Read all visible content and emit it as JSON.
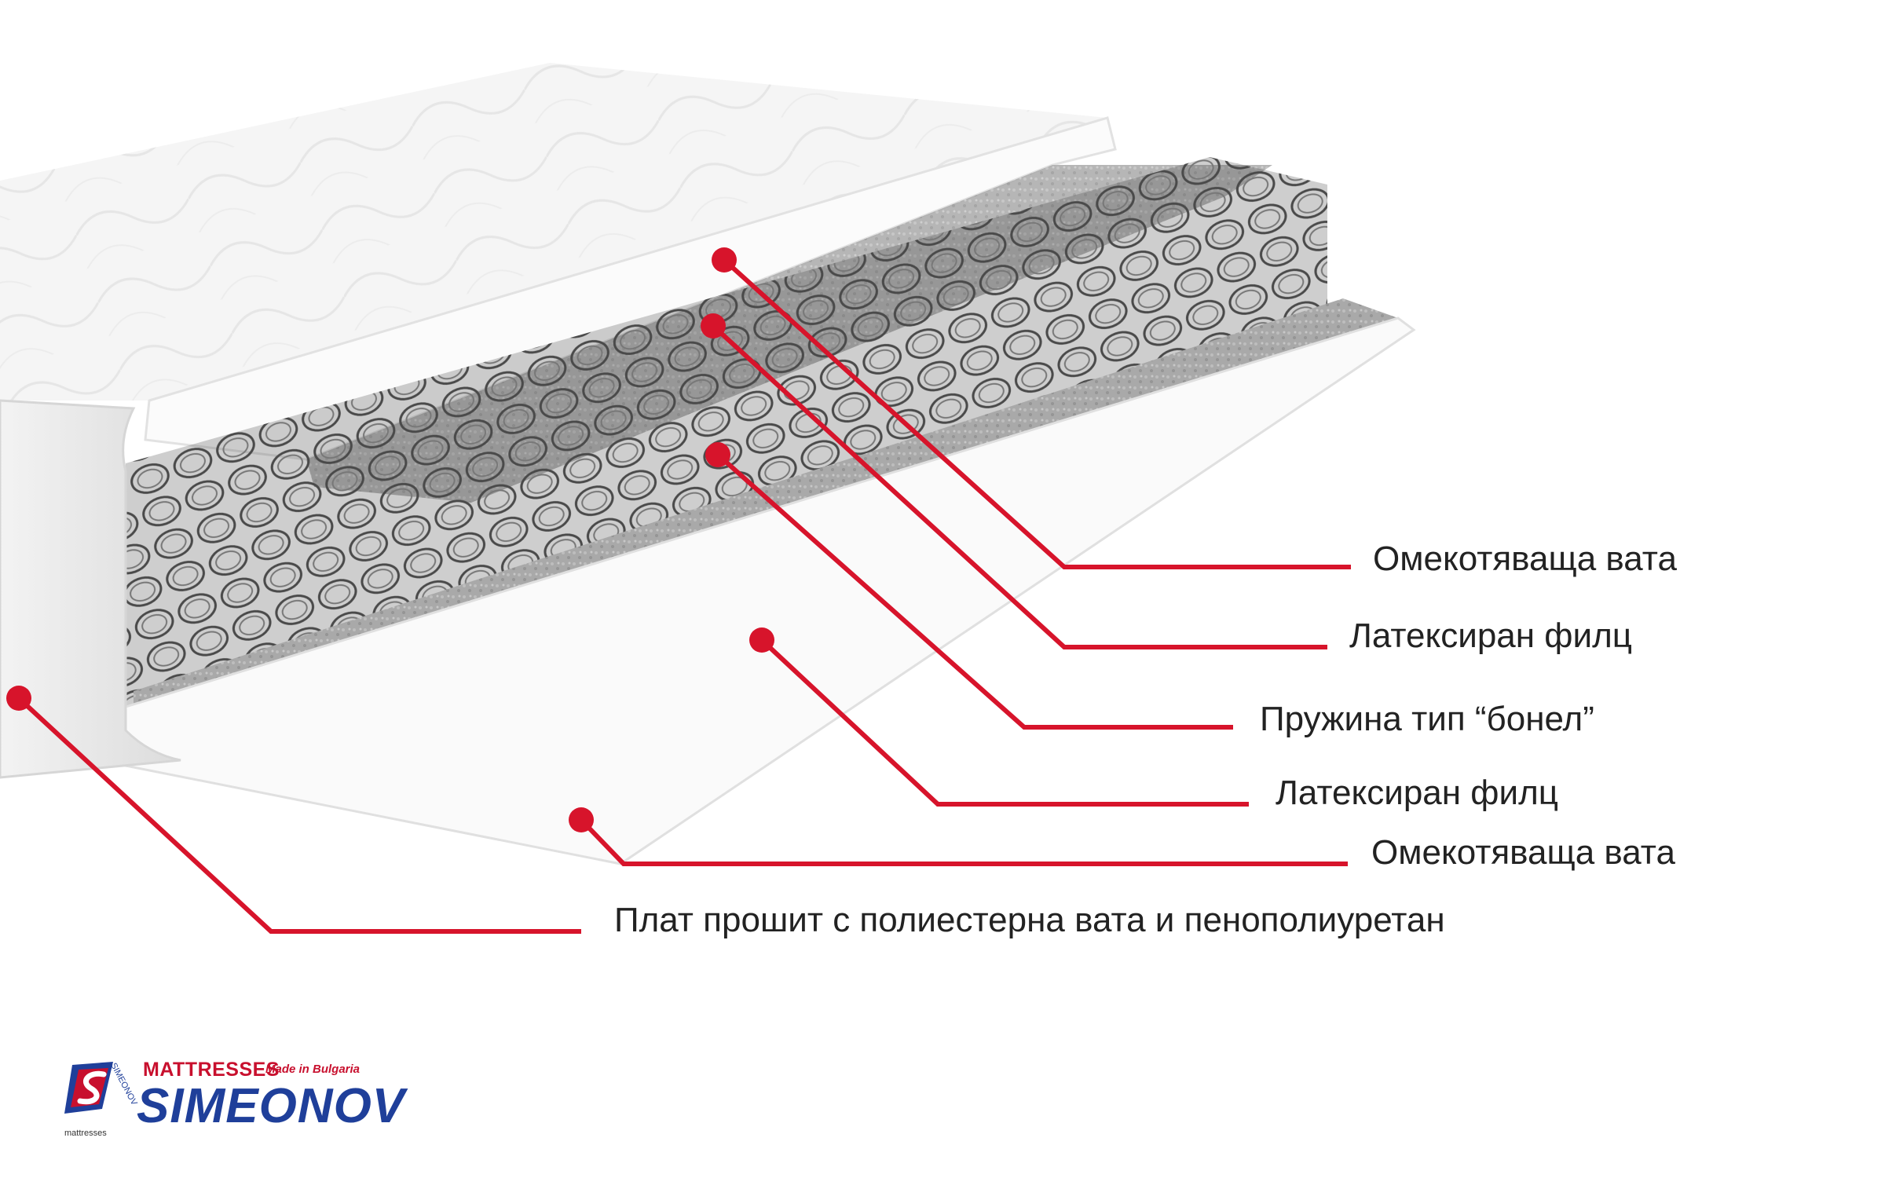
{
  "callouts": [
    {
      "id": "top-padding",
      "text": "Омекотяваща вата"
    },
    {
      "id": "top-felt",
      "text": "Латексиран филц"
    },
    {
      "id": "spring",
      "text": "Пружина тип “бонел”"
    },
    {
      "id": "bottom-felt",
      "text": "Латексиран филц"
    },
    {
      "id": "bottom-padding",
      "text": "Омекотяваща вата"
    },
    {
      "id": "fabric",
      "text": "Плат прошит с полиестерна вата и пенополиуретан"
    }
  ],
  "logo": {
    "line1": "MATTRESSES",
    "made_in": "Made in Bulgaria",
    "brand": "SIMEONOV",
    "small_text": "mattresses",
    "vertical_text": "SIMEONOV"
  },
  "colors": {
    "accent": "#d7142b",
    "logo_red": "#c8102e",
    "logo_blue": "#1f3f9a",
    "text": "#222222"
  }
}
